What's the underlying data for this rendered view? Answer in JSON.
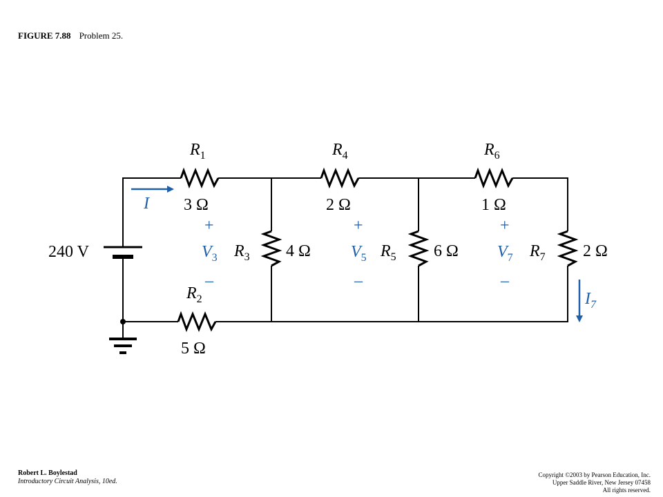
{
  "figure": {
    "number": "FIGURE 7.88",
    "title": "Problem 25."
  },
  "circuit": {
    "source": {
      "label": "240 V"
    },
    "current_main": {
      "label": "I"
    },
    "current_7": {
      "label": "I",
      "sub": "7"
    },
    "resistors": [
      {
        "id": "R1",
        "name": "R",
        "sub": "1",
        "value": "3 Ω"
      },
      {
        "id": "R2",
        "name": "R",
        "sub": "2",
        "value": "5 Ω"
      },
      {
        "id": "R3",
        "name": "R",
        "sub": "3",
        "value": "4 Ω"
      },
      {
        "id": "R4",
        "name": "R",
        "sub": "4",
        "value": "2 Ω"
      },
      {
        "id": "R5",
        "name": "R",
        "sub": "5",
        "value": "6 Ω"
      },
      {
        "id": "R6",
        "name": "R",
        "sub": "6",
        "value": "1 Ω"
      },
      {
        "id": "R7",
        "name": "R",
        "sub": "7",
        "value": "2 Ω"
      }
    ],
    "voltages": [
      {
        "name": "V",
        "sub": "3",
        "plus": "+",
        "minus": "–"
      },
      {
        "name": "V",
        "sub": "5",
        "plus": "+",
        "minus": "–"
      },
      {
        "name": "V",
        "sub": "7",
        "plus": "+",
        "minus": "–"
      }
    ],
    "colors": {
      "wire": "#000000",
      "annotation": "#1f5ea8"
    }
  },
  "footer": {
    "author": "Robert L. Boylestad",
    "book": "Introductory Circuit Analysis, 10ed.",
    "copyright_lines": [
      "Copyright ©2003 by Pearson Education, Inc.",
      "Upper Saddle River, New Jersey 07458",
      "All rights reserved."
    ]
  }
}
